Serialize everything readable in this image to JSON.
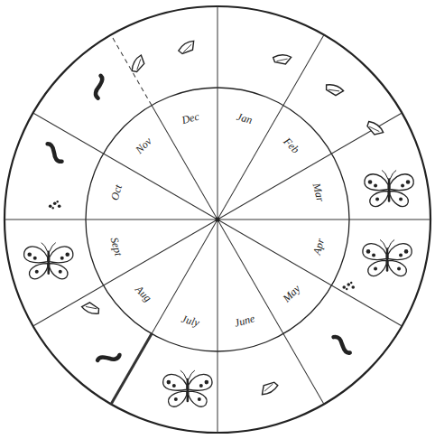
{
  "diagram": {
    "labels": [
      "Jan",
      "Feb",
      "Mar",
      "Apr",
      "May",
      "June",
      "July",
      "Aug",
      "Sept",
      "Oct",
      "Nov",
      "Dec"
    ]
  }
}
